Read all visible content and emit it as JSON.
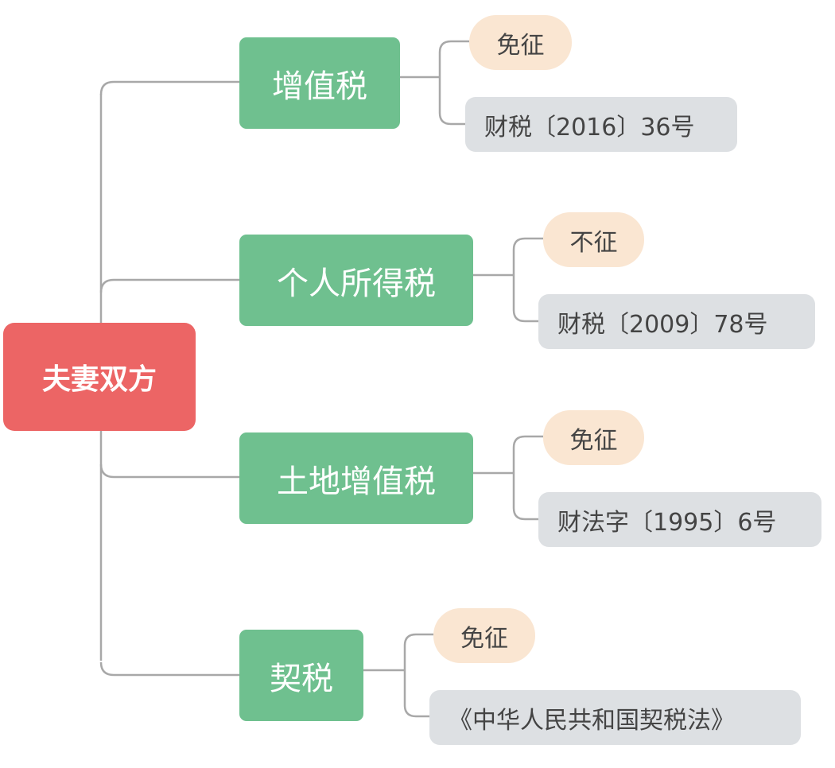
{
  "root": {
    "label": "夫妻双方"
  },
  "branches": [
    {
      "tax": "增值税",
      "status": "免征",
      "source": "财税〔2016〕36号"
    },
    {
      "tax": "个人所得税",
      "status": "不征",
      "source": "财税〔2009〕78号"
    },
    {
      "tax": "土地增值税",
      "status": "免征",
      "source": "财法字〔1995〕6号"
    },
    {
      "tax": "契税",
      "status": "免征",
      "source": "《中华人民共和国契税法》"
    }
  ],
  "colors": {
    "root": "#ec6565",
    "tax": "#6fc08f",
    "status": "#fae6d2",
    "source": "#dde0e3",
    "connector": "#a8a8a8"
  }
}
